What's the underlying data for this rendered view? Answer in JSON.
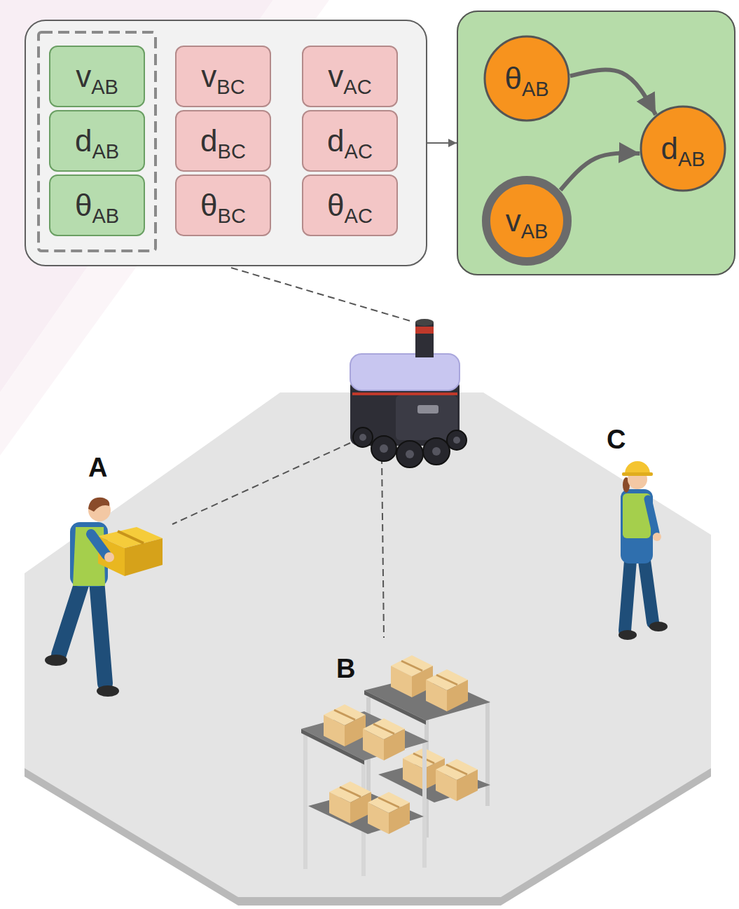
{
  "diagram": {
    "nodes": [
      {
        "text": []
      },
      {
        "text": [
          "vAB"
        ],
        "in": 0
      },
      {
        "text": [
          "dAB"
        ],
        "in": 0
      },
      {
        "text": [
          "θAB"
        ],
        "in": 0
      },
      {
        "text": [
          "vBC"
        ],
        "in": 0
      },
      {
        "text": [
          "dBC"
        ],
        "in": 0
      },
      {
        "text": [
          "θBC"
        ],
        "in": 0
      },
      {
        "text": [
          "vAC"
        ],
        "in": 0
      },
      {
        "text": [
          "dAC"
        ],
        "in": 0
      },
      {
        "text": [
          "θAC"
        ],
        "in": 0
      },
      {
        "text": []
      },
      {
        "text": [
          "θAB"
        ],
        "in": 10
      },
      {
        "text": [
          "dAB"
        ],
        "in": 10
      },
      {
        "text": [
          "vAB"
        ],
        "in": 10
      }
    ],
    "edges": [
      {
        "from": 0,
        "to": 10,
        "arrow": "to"
      },
      {
        "from": 11,
        "to": 12,
        "arrow": "to"
      },
      {
        "from": 13,
        "to": 12,
        "arrow": "to"
      }
    ],
    "labels": [
      "A",
      "B",
      "C"
    ]
  }
}
